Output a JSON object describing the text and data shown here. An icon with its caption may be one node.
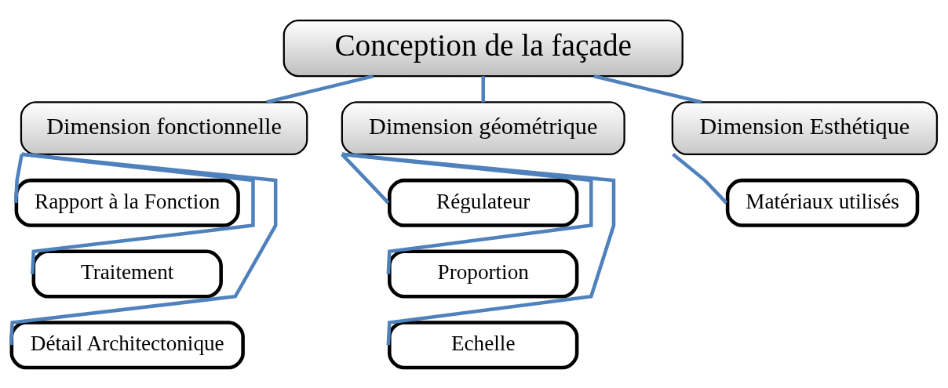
{
  "diagram": {
    "nodes": [
      {
        "text": [
          "Conception de la façade"
        ]
      },
      {
        "text": [
          "Dimension fonctionnelle"
        ]
      },
      {
        "text": [
          "Dimension géométrique"
        ]
      },
      {
        "text": [
          "Dimension Esthétique"
        ]
      },
      {
        "text": [
          "Rapport à la Fonction"
        ]
      },
      {
        "text": [
          "Traitement"
        ]
      },
      {
        "text": [
          "Détail Architectonique"
        ]
      },
      {
        "text": [
          "Régulateur"
        ]
      },
      {
        "text": [
          "Proportion"
        ]
      },
      {
        "text": [
          "Echelle"
        ]
      },
      {
        "text": [
          "Matériaux utilisés"
        ]
      }
    ],
    "edges": [
      {
        "from": 0,
        "to": 1,
        "arrow": "none"
      },
      {
        "from": 0,
        "to": 2,
        "arrow": "none"
      },
      {
        "from": 0,
        "to": 3,
        "arrow": "none"
      },
      {
        "from": 1,
        "to": 4,
        "arrow": "none"
      },
      {
        "from": 1,
        "to": 5,
        "arrow": "none"
      },
      {
        "from": 1,
        "to": 6,
        "arrow": "none"
      },
      {
        "from": 2,
        "to": 7,
        "arrow": "none"
      },
      {
        "from": 2,
        "to": 8,
        "arrow": "none"
      },
      {
        "from": 2,
        "to": 9,
        "arrow": "none"
      },
      {
        "from": 3,
        "to": 10,
        "arrow": "none"
      }
    ]
  }
}
